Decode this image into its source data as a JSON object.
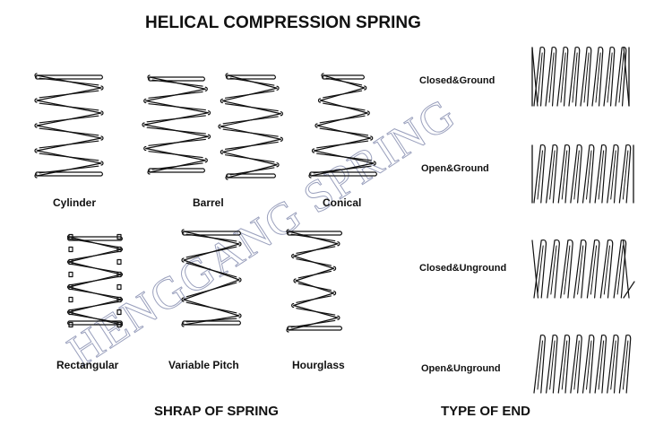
{
  "diagram": {
    "title": "HELICAL COMPRESSION SPRING",
    "watermark": "HENGGANG SPRING",
    "shapes_section_label": "SHRAP OF SPRING",
    "ends_section_label": "TYPE OF END",
    "shapes": {
      "cylinder": "Cylinder",
      "barrel": "Barrel",
      "conical": "Conical",
      "rectangular": "Rectangular",
      "variable_pitch": "Variable Pitch",
      "hourglass": "Hourglass"
    },
    "ends": {
      "closed_ground": "Closed&Ground",
      "open_ground": "Open&Ground",
      "closed_unground": "Closed&Unground",
      "open_unground": "Open&Unground"
    },
    "colors": {
      "ink": "#111111",
      "watermark": "#9aa0bd",
      "background": "#ffffff"
    }
  }
}
